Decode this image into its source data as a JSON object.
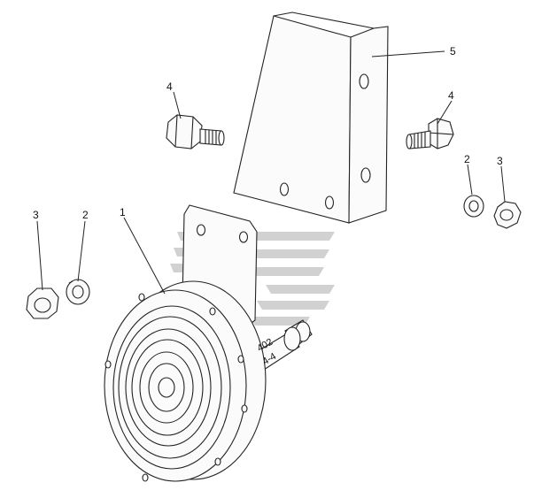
{
  "callouts": {
    "c1": "1",
    "c2_left": "2",
    "c3_left": "3",
    "c4_left": "4",
    "c4_right": "4",
    "c5": "5",
    "c2_right": "2",
    "c3_right": "3"
  },
  "connector_stamp": {
    "line1": "402",
    "line2": "4-4"
  },
  "colors": {
    "line": "#222222",
    "watermark": "#c9c9c9",
    "background": "#ffffff"
  }
}
